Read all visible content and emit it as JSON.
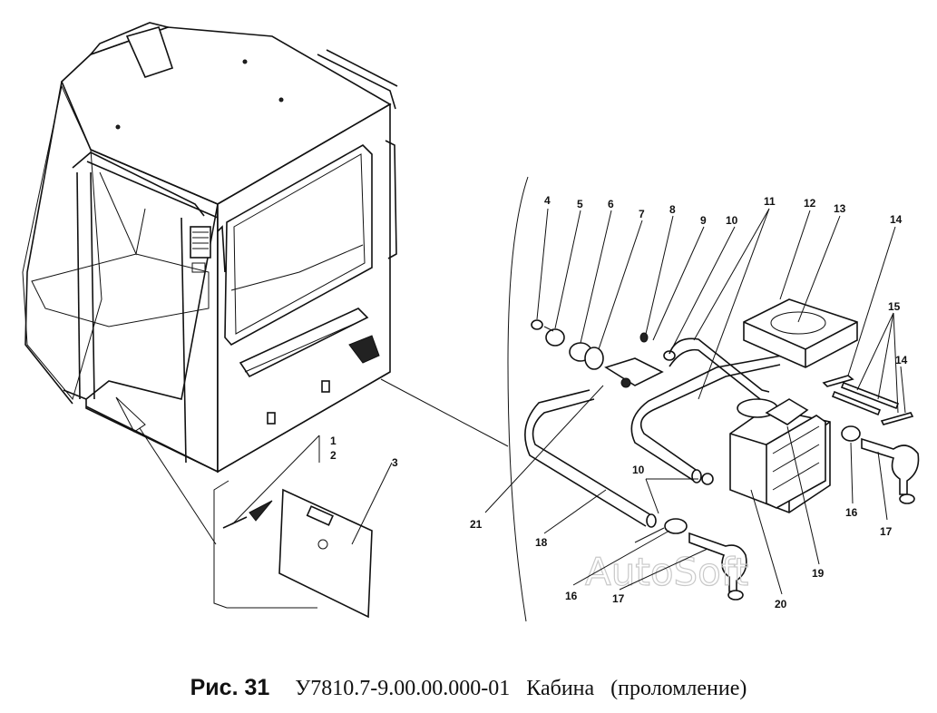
{
  "caption": {
    "fig_label": "Рис. 31",
    "code": "У7810.7-9.00.00.000-01",
    "title": "Кабина",
    "subtitle": "(проломление)"
  },
  "watermark": "AutoSoft",
  "callouts": [
    {
      "label": "1"
    },
    {
      "label": "2"
    },
    {
      "label": "3"
    },
    {
      "label": "4"
    },
    {
      "label": "5"
    },
    {
      "label": "6"
    },
    {
      "label": "7"
    },
    {
      "label": "8"
    },
    {
      "label": "9"
    },
    {
      "label": "10"
    },
    {
      "label": "11"
    },
    {
      "label": "12"
    },
    {
      "label": "13"
    },
    {
      "label": "14"
    },
    {
      "label": "15"
    },
    {
      "label": "14"
    },
    {
      "label": "10"
    },
    {
      "label": "16"
    },
    {
      "label": "17"
    },
    {
      "label": "16"
    },
    {
      "label": "17"
    },
    {
      "label": "18"
    },
    {
      "label": "19"
    },
    {
      "label": "20"
    },
    {
      "label": "21"
    }
  ]
}
